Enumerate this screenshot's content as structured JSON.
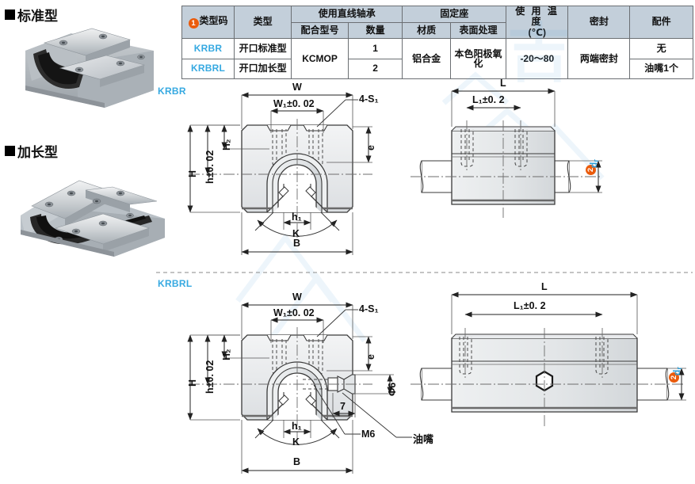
{
  "page": {
    "bg": "#ffffff",
    "accent_blue": "#36a9e1",
    "accent_orange": "#ea5b0c",
    "header_fill": "#c3cfda"
  },
  "left": {
    "standard": {
      "marker": "■",
      "label": "标准型",
      "photo_alt": "open-standard-linear-bearing-block"
    },
    "extended": {
      "marker": "■",
      "label": "加长型",
      "photo_alt": "open-extended-linear-bearing-block"
    }
  },
  "table": {
    "header": {
      "type_code": "类型码",
      "type_code_badge": "1",
      "type": "类型",
      "bearing_group": "使用直线轴承",
      "bearing_model": "配合型号",
      "bearing_qty": "数量",
      "base_group": "固定座",
      "base_material": "材质",
      "base_surface": "表面处理",
      "temperature": "使 用 温 度",
      "temperature_unit": "(℃)",
      "seal": "密封",
      "accessory": "配件"
    },
    "rows": [
      {
        "code": "KRBR",
        "type": "开口标准型",
        "bearing_model": "KCMOP",
        "qty": "1",
        "material": "铝合金",
        "surface": "本色阳极氧化",
        "temperature": "-20～80",
        "seal": "两端密封",
        "accessory": "无"
      },
      {
        "code": "KRBRL",
        "type": "开口加长型",
        "bearing_model": "KCMOP",
        "qty": "2",
        "material": "铝合金",
        "surface": "本色阳极氧化",
        "temperature": "-20～80",
        "seal": "两端密封",
        "accessory": "油嘴1个"
      }
    ]
  },
  "drawings": [
    {
      "id": "krbr",
      "title": "KRBR",
      "front_view": {
        "dims": {
          "W": "W",
          "W1": "W₁±0. 02",
          "S1": "4-S₁",
          "H": "H",
          "h": "h±0. 02",
          "H2": "H₂",
          "e": "e",
          "h1": "h₁",
          "K": "K",
          "B": "B"
        }
      },
      "side_view": {
        "dims": {
          "L": "L",
          "L1": "L₁±0. 2",
          "d_badge": "2",
          "d": "d"
        }
      }
    },
    {
      "id": "krbrl",
      "title": "KRBRL",
      "front_view": {
        "dims": {
          "W": "W",
          "W1": "W₁±0. 02",
          "S1": "4-S₁",
          "H": "H",
          "h": "h±0. 02",
          "H2": "H₂",
          "e": "e",
          "h1": "h₁",
          "K": "K",
          "B": "B",
          "phi6": "Φ6",
          "seven": "7",
          "M6": "M6",
          "nipple": "油嘴"
        }
      },
      "side_view": {
        "dims": {
          "L": "L",
          "L1": "L₁±0. 2",
          "d_badge": "2",
          "d": "d"
        }
      }
    }
  ]
}
